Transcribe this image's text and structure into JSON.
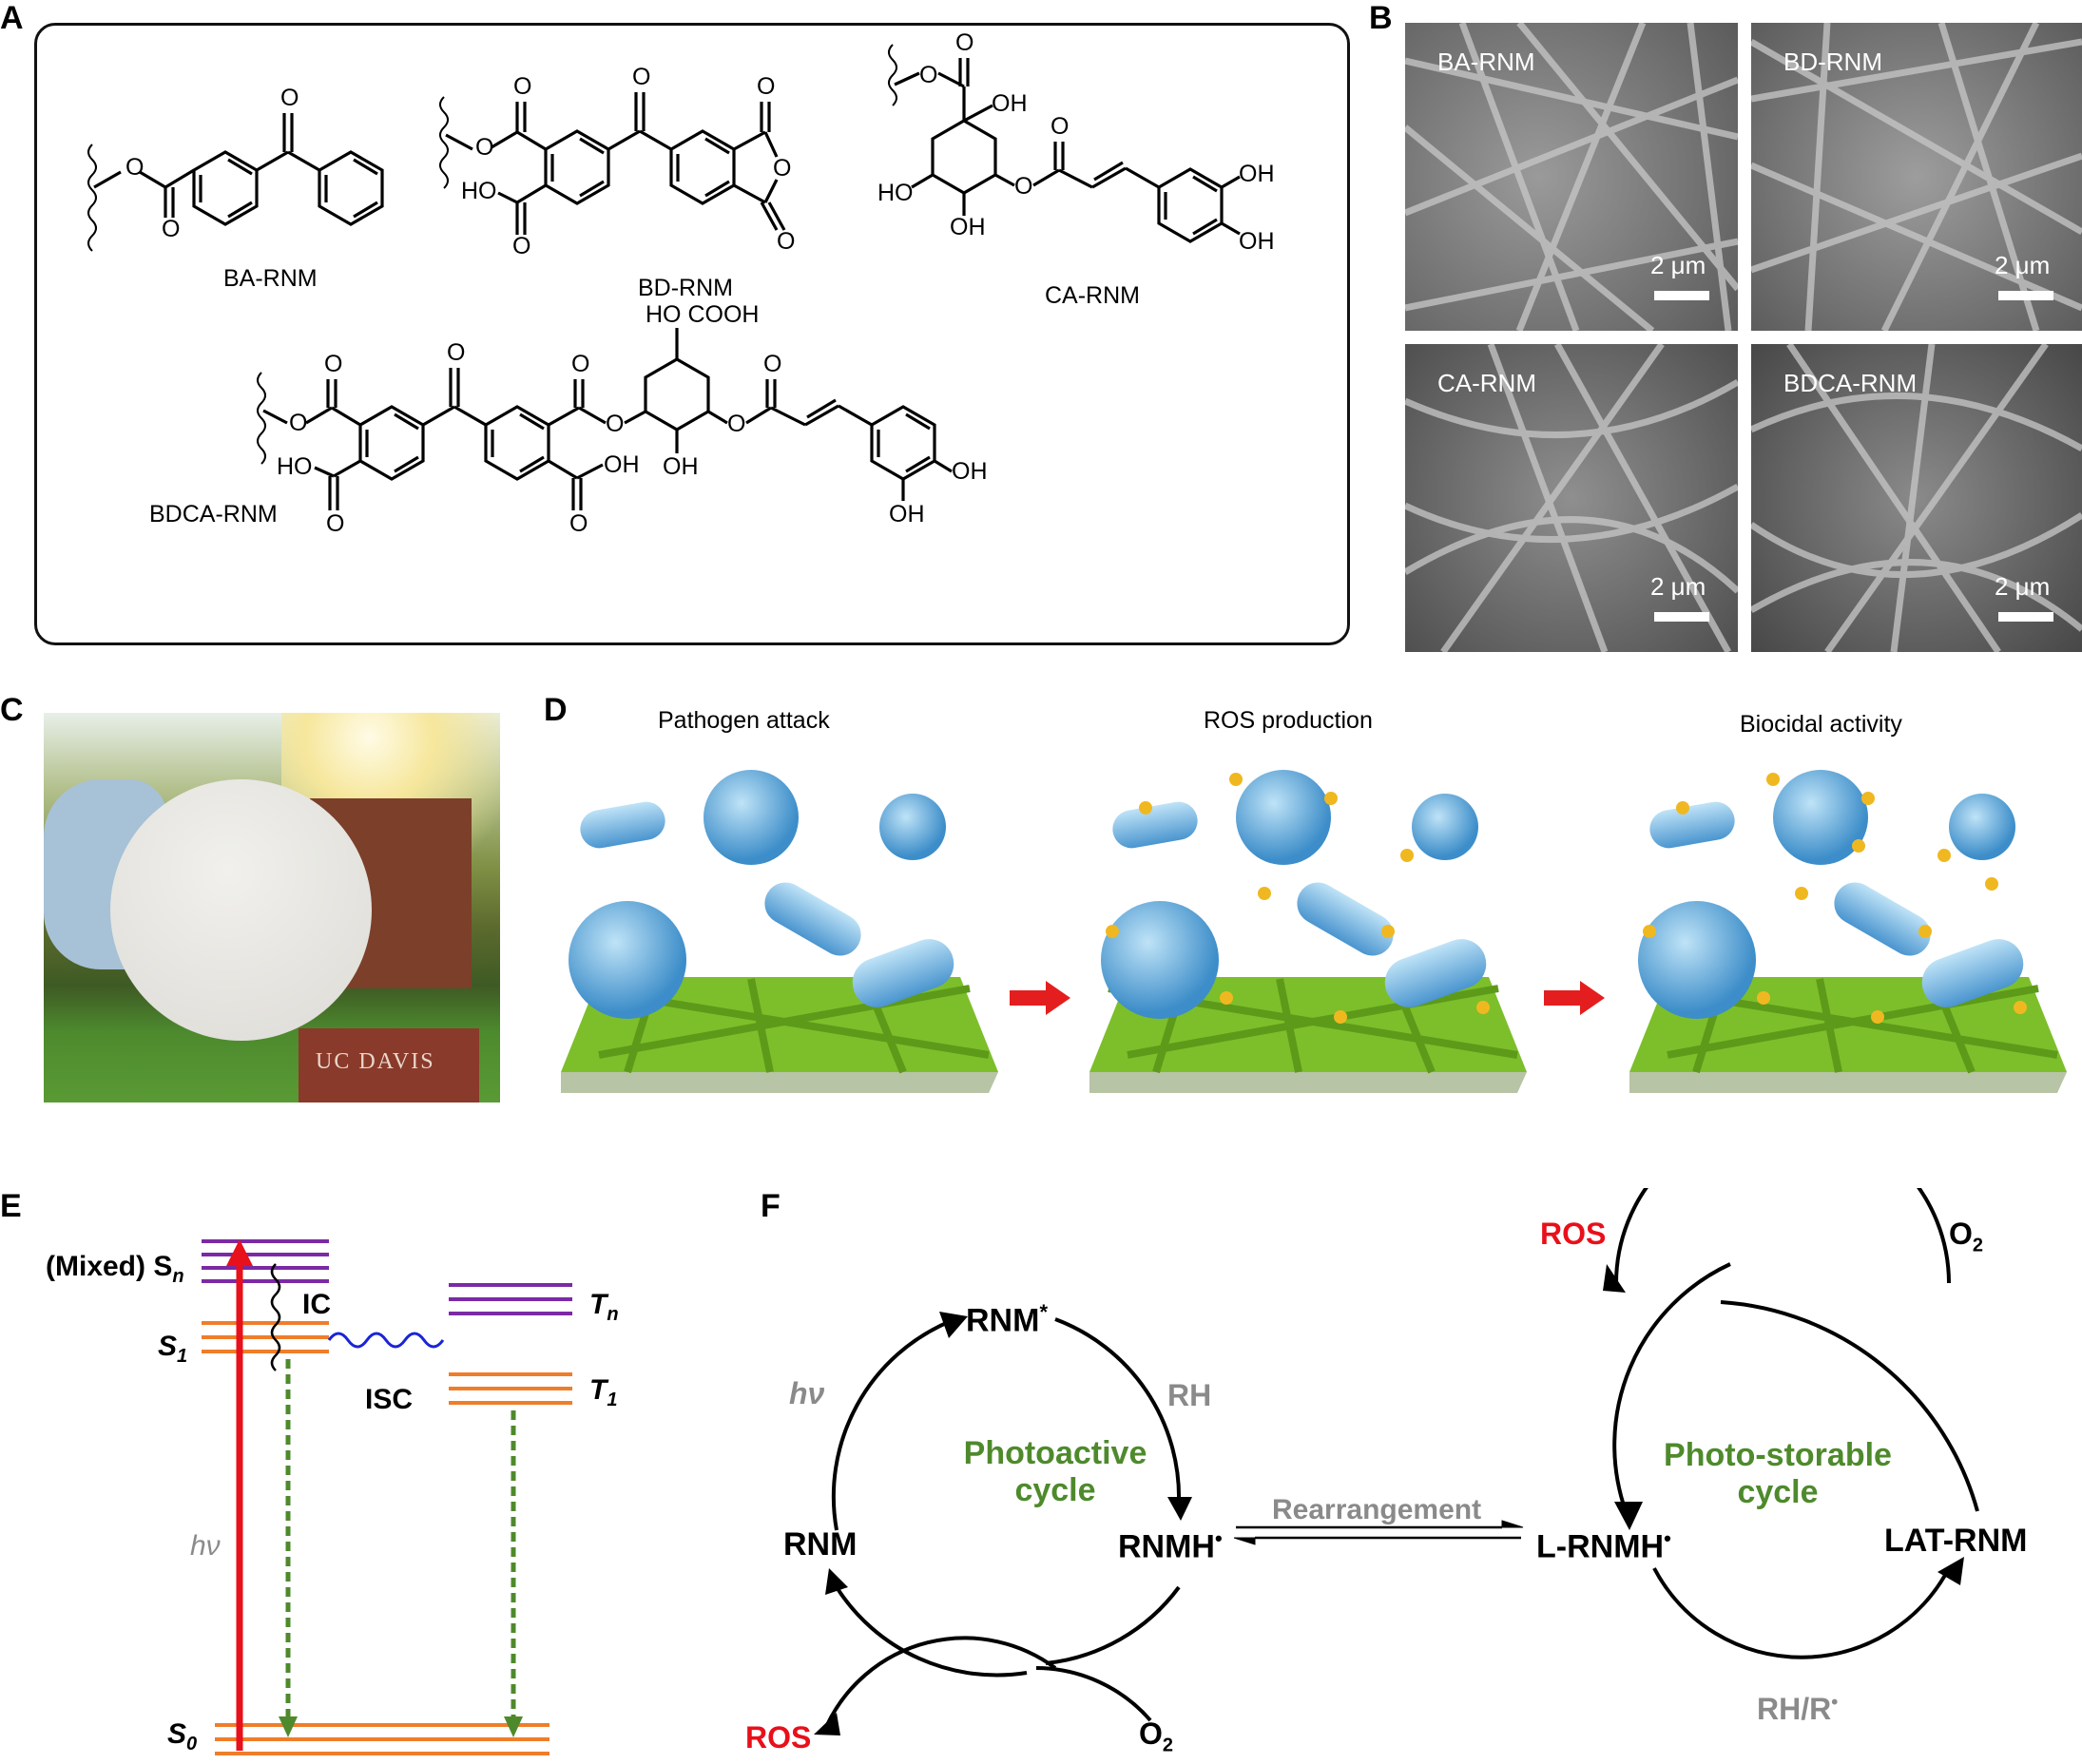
{
  "panels": {
    "a": "A",
    "b": "B",
    "c": "C",
    "d": "D",
    "e": "E",
    "f": "F"
  },
  "panel_a": {
    "structures": [
      "BA-RNM",
      "BD-RNM",
      "CA-RNM",
      "BDCA-RNM"
    ],
    "atoms": {
      "O": "O",
      "HO": "HO",
      "OH": "OH",
      "HO_COOH": "HO COOH"
    }
  },
  "panel_b": {
    "images": [
      {
        "label": "BA-RNM",
        "scale": "2 μm"
      },
      {
        "label": "BD-RNM",
        "scale": "2 μm"
      },
      {
        "label": "CA-RNM",
        "scale": "2 μm"
      },
      {
        "label": "BDCA-RNM",
        "scale": "2 μm"
      }
    ]
  },
  "panel_c": {
    "sign_text": "UC DAVIS"
  },
  "panel_d": {
    "steps": [
      "Pathogen attack",
      "ROS production",
      "Biocidal activity"
    ]
  },
  "panel_e": {
    "levels": {
      "sn": "(Mixed) S",
      "sn_sub": "n",
      "s1": "S",
      "s1_sub": "1",
      "tn": "T",
      "tn_sub": "n",
      "t1": "T",
      "t1_sub": "1",
      "s0": "S",
      "s0_sub": "0"
    },
    "ic": "IC",
    "isc": "ISC",
    "hv": "hν"
  },
  "panel_f": {
    "rnm_star": "RNM",
    "star": "*",
    "rnm": "RNM",
    "rnmh": "RNMH",
    "lrnmh": "L-RNMH",
    "lat": "LAT-RNM",
    "hv": "hν",
    "rh": "RH",
    "rh_r": "RH/R",
    "photoactive_1": "Photoactive",
    "photoactive_2": "cycle",
    "photostorable_1": "Photo-storable",
    "photostorable_2": "cycle",
    "rearrangement": "Rearrangement",
    "ros": "ROS",
    "o2": "O",
    "o2_sub": "2",
    "colors": {
      "ros": "#e8101a",
      "green": "#4e8a2c",
      "gray": "#8a8a8a"
    }
  }
}
